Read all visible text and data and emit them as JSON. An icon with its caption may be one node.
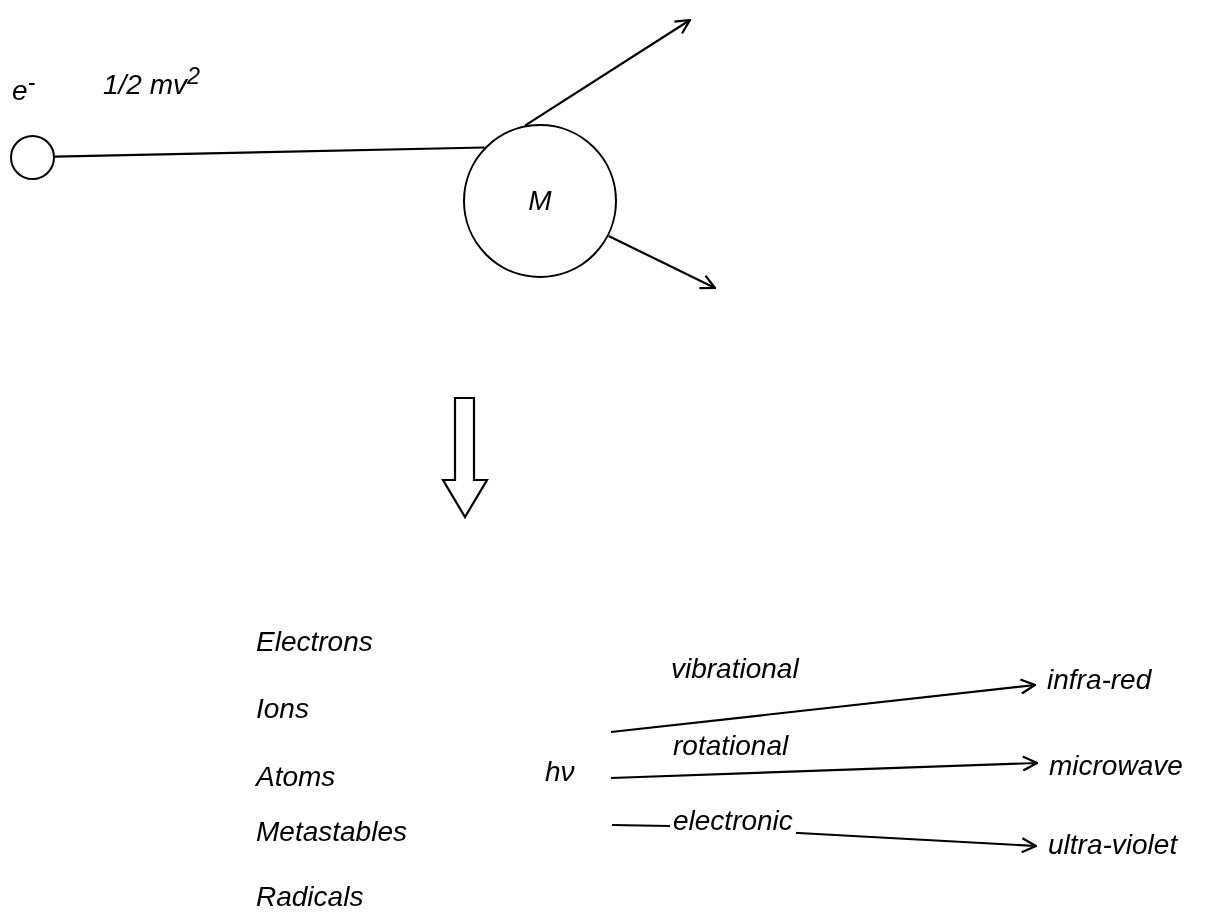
{
  "diagram": {
    "nodes": [
      {
        "text": [],
        "shape": "circle",
        "beside": [
          "e$^{-}$"
        ]
      },
      {
        "text": [
          "M"
        ]
      },
      {
        "text": [
          "hν"
        ]
      },
      {
        "text": [
          "infra-red"
        ]
      },
      {
        "text": [
          "microwave"
        ]
      },
      {
        "text": [
          "ultra-violet"
        ]
      }
    ],
    "edges": [
      {
        "from": 0,
        "to": 1,
        "arrow": "none",
        "label": "1/2 mv$^{2}$"
      },
      {
        "from": 1,
        "to": null,
        "arrow": "to"
      },
      {
        "from": 1,
        "to": null,
        "arrow": "to"
      },
      {
        "from": 2,
        "to": 3,
        "arrow": "to",
        "label": "vibrational"
      },
      {
        "from": 2,
        "to": 4,
        "arrow": "to",
        "label": "rotational"
      },
      {
        "from": 2,
        "to": 5,
        "arrow": "to",
        "label": "electronic"
      }
    ],
    "labels": [
      "Electrons",
      "Ions",
      "Atoms",
      "Metastables",
      "Radicals"
    ]
  }
}
